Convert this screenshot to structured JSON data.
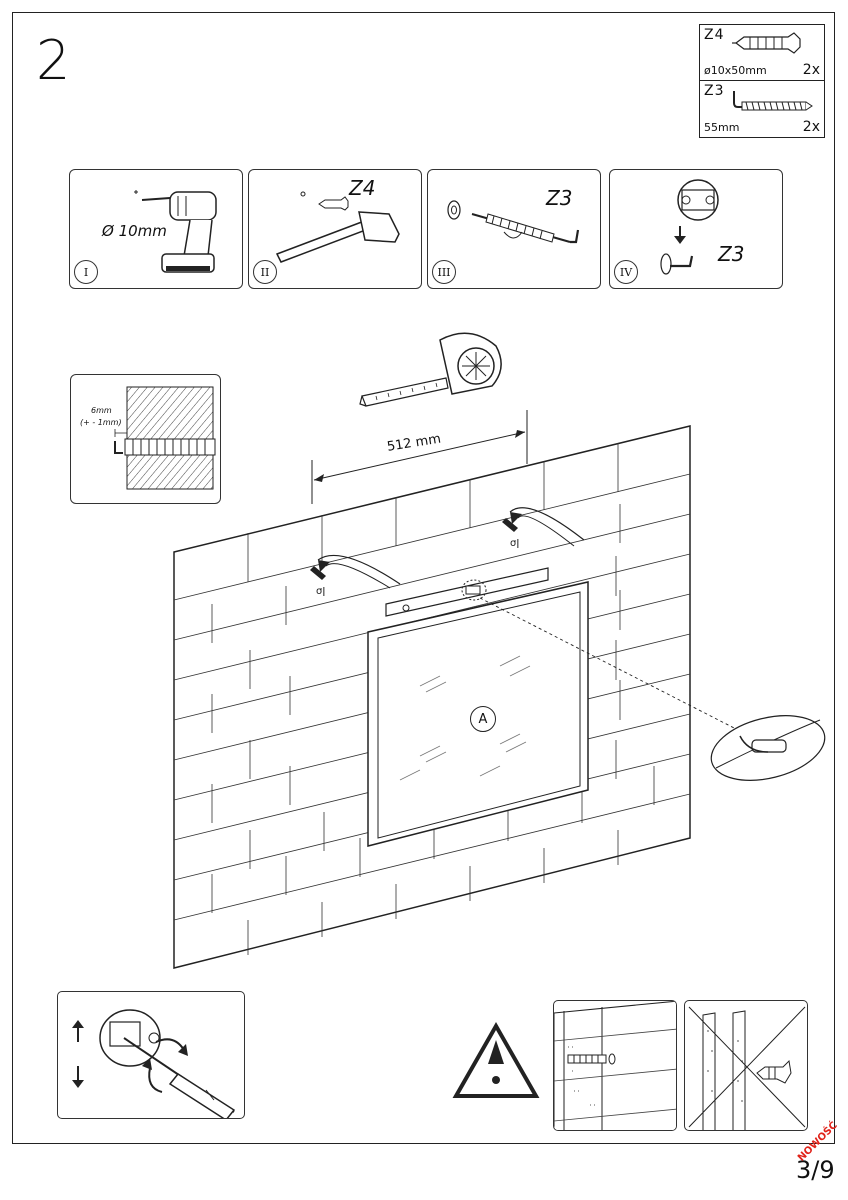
{
  "step": {
    "number": "2"
  },
  "parts": [
    {
      "code": "Z4",
      "size": "ø10x50mm",
      "qty": "2x",
      "icon": "wall-plug-icon"
    },
    {
      "code": "Z3",
      "size": "55mm",
      "qty": "2x",
      "icon": "hook-screw-icon"
    }
  ],
  "substeps": [
    {
      "roman": "I",
      "label": "Ø 10mm",
      "icon": "drill-icon"
    },
    {
      "roman": "II",
      "label": "Z4",
      "icon": "hammer-icon"
    },
    {
      "roman": "III",
      "label": "Z3",
      "icon": "hook-screw-icon"
    },
    {
      "roman": "IV",
      "label": "Z3",
      "icon": "hanger-bracket-icon"
    }
  ],
  "detail": {
    "depth": "6mm",
    "tolerance": "(+ - 1mm)"
  },
  "dimension": {
    "value": "512 mm"
  },
  "mirror": {
    "label": "A"
  },
  "page": {
    "number": "3/9",
    "stamp": "NOWOŚĆ"
  },
  "colors": {
    "stroke": "#222222",
    "stamp": "#e0231a"
  }
}
